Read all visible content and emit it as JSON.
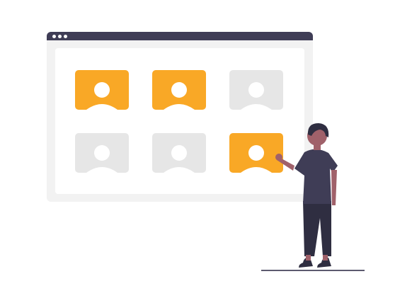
{
  "palette": {
    "accent": "#f9a826",
    "inactive": "#e6e6e6",
    "frame": "#3f3d56",
    "panel": "#f2f2f2",
    "skin": "#a0616a",
    "hair": "#2f2e41"
  },
  "cards": [
    {
      "state": "selected"
    },
    {
      "state": "selected"
    },
    {
      "state": "unselected"
    },
    {
      "state": "unselected"
    },
    {
      "state": "unselected"
    },
    {
      "state": "selected"
    }
  ]
}
